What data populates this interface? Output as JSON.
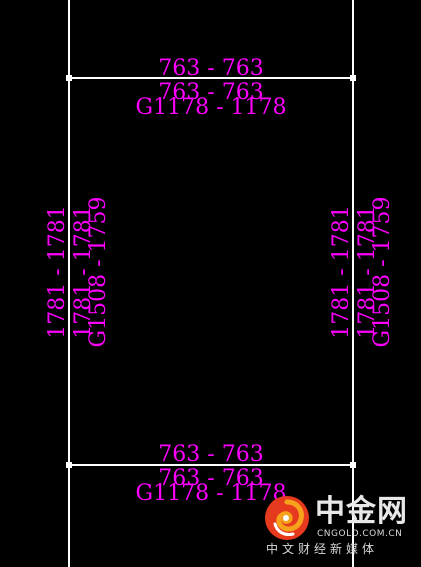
{
  "drawing": {
    "line_color": "#ffffff",
    "text_color": "#ff00ff",
    "background": "#000000",
    "top_beam": {
      "line1": "763 - 763",
      "line2": "763 - 763",
      "line3": "G1178 - 1178"
    },
    "bottom_beam": {
      "line1": "763 - 763",
      "line2": "763 - 763",
      "line3": "G1178 - 1178"
    },
    "left_column": {
      "line1": "1781 - 1781",
      "line2": "1781 - 1781",
      "line3": "G1508 - 1759"
    },
    "right_column": {
      "line1": "1781 - 1781",
      "line2": "1781 - 1781",
      "line3": "G1508 - 1759"
    }
  },
  "watermark": {
    "brand": "中金网",
    "domain": "CNGOLD.COM.CN",
    "tagline": "中文财经新媒体",
    "logo_colors": [
      "#e63a1e",
      "#f7a21b",
      "#ffffff"
    ],
    "logo_icon": "swirl-logo-icon"
  }
}
